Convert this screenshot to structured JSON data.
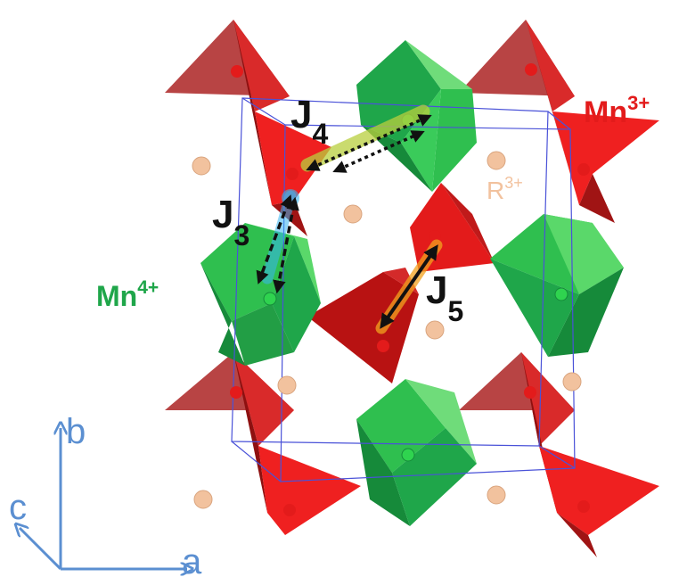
{
  "labels": {
    "mn3_base": "Mn",
    "mn3_sup": "3+",
    "mn4_base": "Mn",
    "mn4_sup": "4+",
    "r3_base": "R",
    "r3_sup": "3+",
    "j3_base": "J",
    "j3_sub": "3",
    "j4_base": "J",
    "j4_sub": "4",
    "j5_base": "J",
    "j5_sub": "5"
  },
  "axes": {
    "a": "a",
    "b": "b",
    "c": "c"
  },
  "colors": {
    "mn3": "#e31b1b",
    "mn3_dark": "#8e1010",
    "mn4": "#1fa64a",
    "mn4_light": "#5ad86a",
    "r3": "#f2c29e",
    "cell": "#4a52d8",
    "axis": "#5b8fd1",
    "j3_glow": "#39b6f2",
    "j4_glow": "#a8c93a",
    "j5_glow": "#f2a21e"
  }
}
